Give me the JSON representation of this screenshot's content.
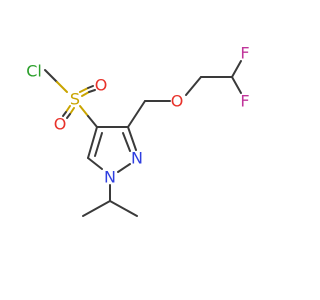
{
  "molecule": {
    "atoms": {
      "cl": {
        "symbol": "Cl",
        "color": "#2ca02c"
      },
      "s": {
        "symbol": "S",
        "color": "#c9a400"
      },
      "o1": {
        "symbol": "O",
        "color": "#e8322a"
      },
      "o2": {
        "symbol": "O",
        "color": "#e8322a"
      },
      "o_ether": {
        "symbol": "O",
        "color": "#e8322a"
      },
      "n2": {
        "symbol": "N",
        "color": "#2f3fe0"
      },
      "n1": {
        "symbol": "N",
        "color": "#2f3fe0"
      },
      "f1": {
        "symbol": "F",
        "color": "#c0359a"
      },
      "f2": {
        "symbol": "F",
        "color": "#c0359a"
      }
    },
    "bond_color": "#3a3a3a"
  }
}
